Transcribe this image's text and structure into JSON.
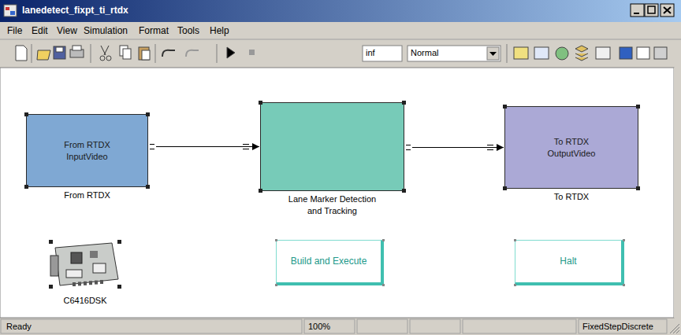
{
  "diagram": {
    "title": "lanedetect_fixpt_ti_rtdx",
    "nodes": [
      {
        "text": [
          "From RTDX InputVideo",
          "From RTDX"
        ]
      },
      {
        "text": [
          "Lane Marker Detection and Tracking"
        ]
      },
      {
        "text": [
          "To RTDX OutputVideo",
          "To RTDX"
        ]
      },
      {
        "text": [
          "C6416DSK"
        ]
      },
      {
        "text": [
          "Build and Execute"
        ]
      },
      {
        "text": [
          "Halt"
        ]
      }
    ],
    "edges": [
      {
        "from": 0,
        "to": 1,
        "arrow": "to"
      },
      {
        "from": 1,
        "to": 2,
        "arrow": "to"
      }
    ],
    "labels": [
      "File",
      "Edit",
      "View",
      "Simulation",
      "Format",
      "Tools",
      "Help",
      "inf",
      "Normal",
      "Ready",
      "100%",
      "FixedStepDiscrete"
    ]
  }
}
